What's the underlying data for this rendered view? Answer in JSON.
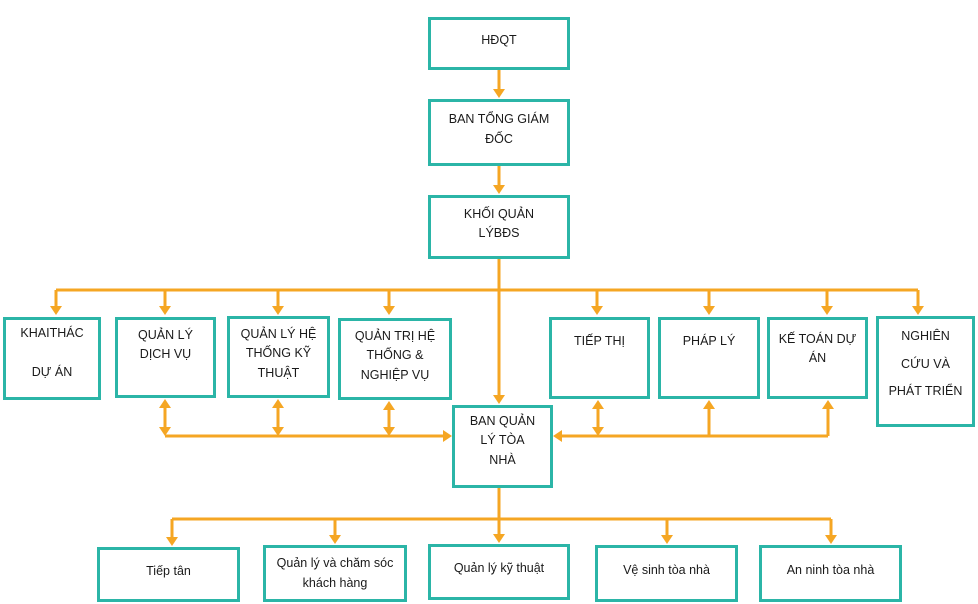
{
  "nodes": {
    "hdqt": "HĐQT",
    "ban_tgd": "BAN TỔNG GIÁM\nĐỐC",
    "khoi_ql": "KHỐI QUẢN\nLÝBĐS",
    "khai_thac": "KHAITHÁC\n\nDỰ ÁN",
    "ql_dich_vu": "QUẢN LÝ\nDỊCH VỤ",
    "ql_he_thong": "QUẢN LÝ HỆ\nTHỐNG KỸ\nTHUẬT",
    "qt_he_thong": "QUẢN TRỊ HỆ\nTHỐNG &\nNGHIỆP VỤ",
    "ban_ql_toa_nha": "BAN QUẢN\nLÝ        TÒA\nNHÀ",
    "tiep_thi": "TIẾP THỊ",
    "phap_ly": "PHÁP LÝ",
    "ke_toan": "KẾ TOÁN DỰ\nÁN",
    "nghien_cuu": "NGHIÊN\nCỨU VÀ\nPHÁT TRIỂN",
    "tiep_tan": "Tiếp tân",
    "ql_cham_soc": "Quản lý và chăm  sóc\nkhách hàng",
    "ql_ky_thuat": "Quản lý kỹ thuật",
    "ve_sinh": "Vệ sinh tòa nhà",
    "an_ninh": "An ninh tòa nhà"
  },
  "colors": {
    "border": "#2bb5a7",
    "connector": "#f5a623",
    "text": "#1a1a1a"
  }
}
